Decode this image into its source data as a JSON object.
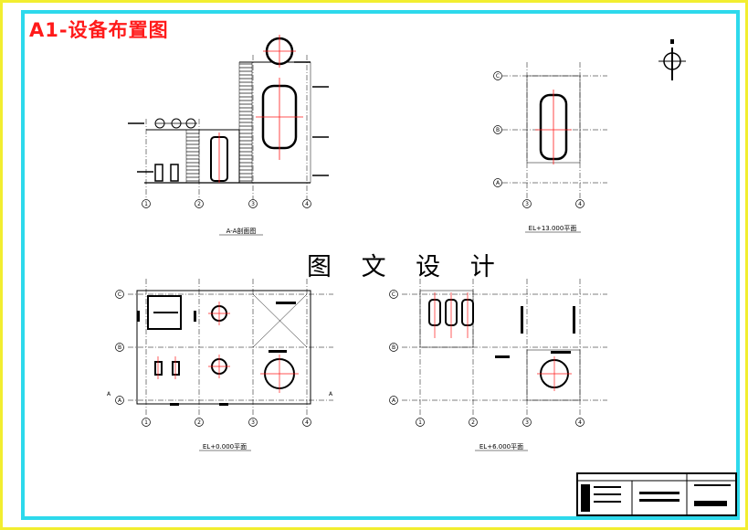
{
  "sheet": {
    "title": "A1-设备布置图",
    "watermark": "图 文 设 计"
  },
  "views": {
    "section_aa": {
      "caption": "A-A剖面图",
      "axes": [
        "1",
        "2",
        "3",
        "4"
      ]
    },
    "plan_13000": {
      "caption": "EL+13.000平面",
      "axes_x": [
        "3",
        "4"
      ],
      "axes_y": [
        "C",
        "B",
        "A"
      ]
    },
    "plan_0000": {
      "caption": "EL+0.000平面",
      "axes_x": [
        "1",
        "2",
        "3",
        "4"
      ],
      "axes_y": [
        "C",
        "B",
        "A"
      ],
      "section_mark": "A"
    },
    "plan_6000": {
      "caption": "EL+6.000平面",
      "axes_x": [
        "1",
        "2",
        "3",
        "4"
      ],
      "axes_y": [
        "C",
        "B",
        "A"
      ]
    }
  },
  "colors": {
    "outer_border": "#f2ee30",
    "inner_border": "#2dd9ec",
    "title": "#ff1a1a",
    "centerline": "#ff1a1a",
    "line": "#000000"
  }
}
